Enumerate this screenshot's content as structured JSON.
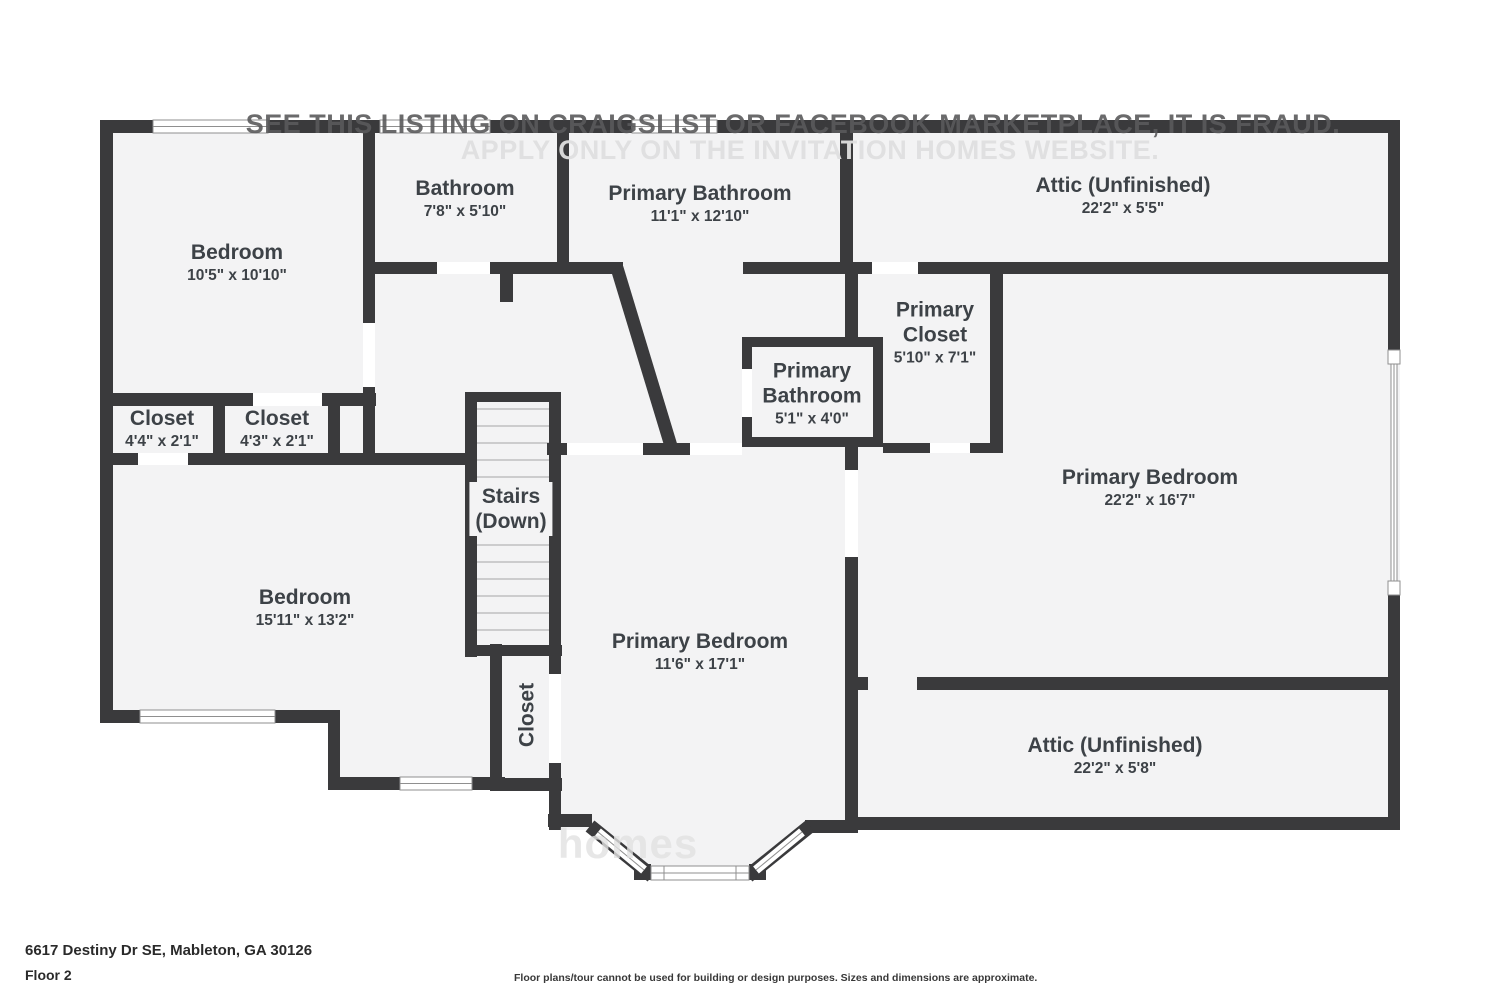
{
  "watermark": {
    "line1": "SEE THIS LISTING ON CRAIGSLIST OR FACEBOOK MARKETPLACE, IT IS FRAUD.",
    "line2": "APPLY ONLY ON THE INVITATION HOMES WEBSITE.",
    "logo": "homes"
  },
  "rooms": [
    {
      "name": "Bedroom",
      "dims": "10'5\" x 10'10\""
    },
    {
      "name": "Bathroom",
      "dims": "7'8\" x 5'10\""
    },
    {
      "name": "Primary Bathroom",
      "dims": "11'1\" x 12'10\""
    },
    {
      "name": "Attic (Unfinished)",
      "dims": "22'2\" x 5'5\""
    },
    {
      "name": "Primary Closet",
      "dims": "5'10\" x 7'1\""
    },
    {
      "name": "Primary Bathroom",
      "dims": "5'1\" x 4'0\""
    },
    {
      "name": "Closet",
      "dims": "4'4\" x 2'1\""
    },
    {
      "name": "Closet",
      "dims": "4'3\" x 2'1\""
    },
    {
      "name": "Stairs",
      "dims": "(Down)"
    },
    {
      "name": "Primary Bedroom",
      "dims": "22'2\" x 16'7\""
    },
    {
      "name": "Bedroom",
      "dims": "15'11\" x 13'2\""
    },
    {
      "name": "Primary Bedroom",
      "dims": "11'6\" x 17'1\""
    },
    {
      "name": "Closet",
      "dims": ""
    },
    {
      "name": "Attic (Unfinished)",
      "dims": "22'2\" x 5'8\""
    }
  ],
  "footer": {
    "address": "6617 Destiny Dr SE, Mableton, GA 30126",
    "floor": "Floor 2",
    "disclaimer": "Floor plans/tour cannot be used for building or design purposes. Sizes and dimensions are approximate."
  },
  "colors": {
    "wall": "#3a3a3c",
    "floor": "#f3f3f4",
    "label_text": "#3d4247",
    "watermark_dark": "#5a5a5c",
    "watermark_light": "#e0e0e0"
  }
}
